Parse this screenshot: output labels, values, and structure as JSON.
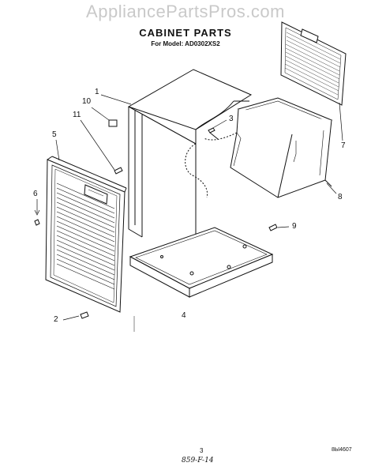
{
  "watermark": "AppliancePartsPros.com",
  "title": "CABINET PARTS",
  "subtitle": "For Model: AD0302XS2",
  "callouts": [
    "1",
    "2",
    "3",
    "4",
    "5",
    "6",
    "7",
    "8",
    "9",
    "10",
    "11"
  ],
  "page_number": "3",
  "document_number": "8Ы4607",
  "handwritten_note": "859-F-14",
  "colors": {
    "ink": "#111111",
    "watermark": "#c9c9c9",
    "background": "#ffffff"
  }
}
